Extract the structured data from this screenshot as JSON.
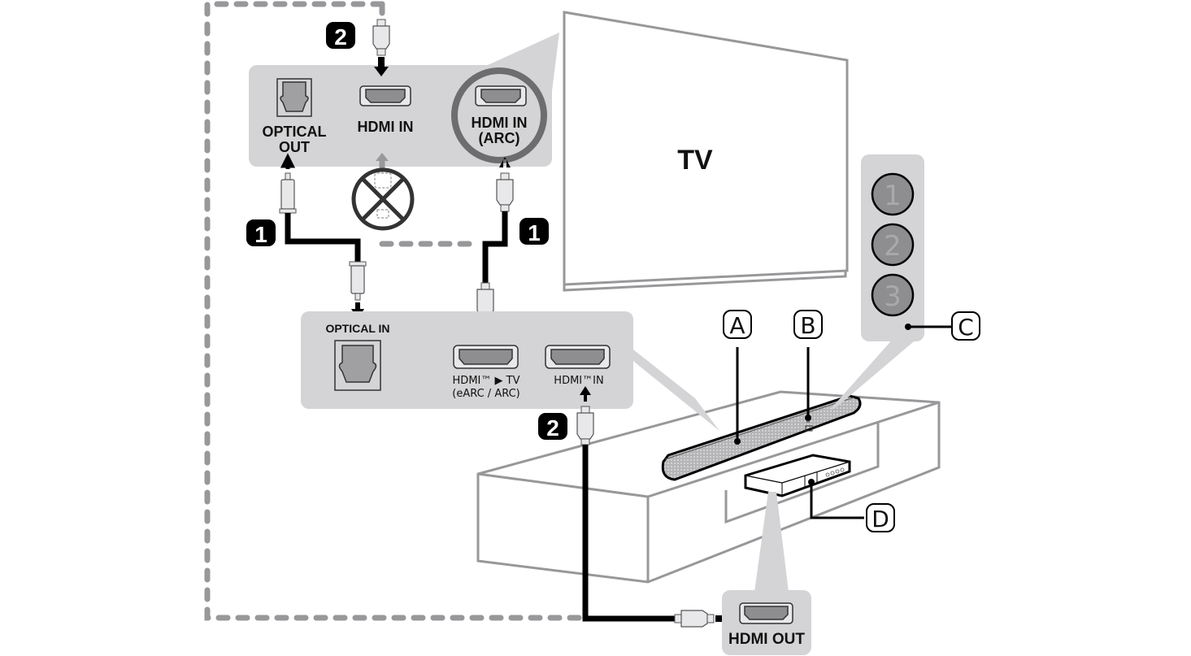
{
  "diagram": {
    "title": "Soundbar connection diagram",
    "tv": {
      "label": "TV"
    },
    "tv_panel": {
      "ports": [
        {
          "id": "optical-out",
          "label_line1": "OPTICAL",
          "label_line2": "OUT"
        },
        {
          "id": "hdmi-in",
          "label_line1": "HDMI IN",
          "label_line2": ""
        },
        {
          "id": "hdmi-in-arc",
          "label_line1": "HDMI IN",
          "label_line2": "(ARC)",
          "highlighted": true
        }
      ]
    },
    "soundbar_panel": {
      "ports": [
        {
          "id": "optical-in",
          "label_line1": "OPTICAL IN",
          "label_line2": ""
        },
        {
          "id": "hdmi-to-tv",
          "label_line1": "HDMI™ ▶ TV",
          "label_line2": "(eARC / ARC)"
        },
        {
          "id": "hdmi-in",
          "label_line1": "HDMI™IN",
          "label_line2": ""
        }
      ]
    },
    "source_panel": {
      "label": "HDMI OUT"
    },
    "steps": [
      {
        "id": "step-1-optical",
        "number": "1"
      },
      {
        "id": "step-1-hdmi",
        "number": "1"
      },
      {
        "id": "step-2-top",
        "number": "2"
      },
      {
        "id": "step-2-bottom",
        "number": "2"
      }
    ],
    "callouts": {
      "a": "A",
      "b": "B",
      "c": "C",
      "d": "D"
    },
    "buttons": [
      "1",
      "2",
      "3"
    ],
    "not_allowed": "prohibited-connection",
    "colors": {
      "panel_bg": "#d4d4d6",
      "line_gray": "#98989b",
      "cable_black": "#000000",
      "button_fill": "#8e8e91",
      "arc_ring": "#6d6d70"
    }
  }
}
